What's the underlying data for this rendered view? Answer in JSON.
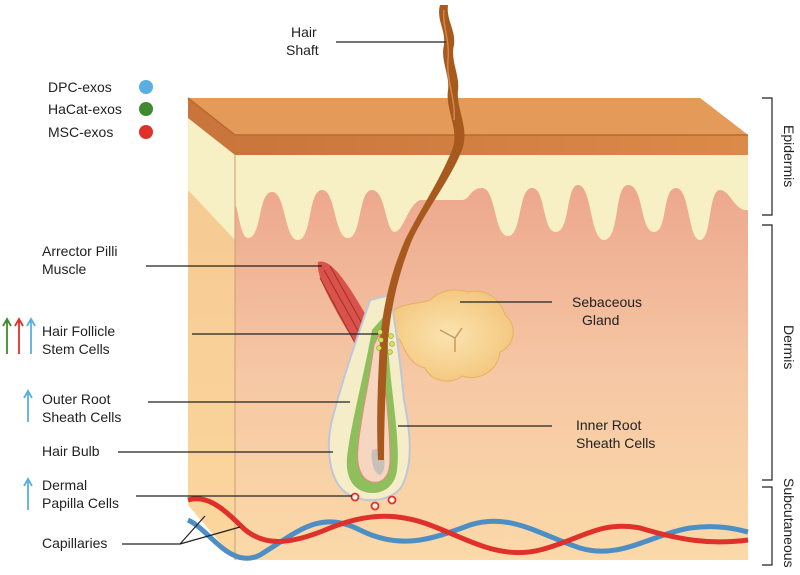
{
  "legend": [
    {
      "label": "DPC-exos",
      "color": "#5aaee3"
    },
    {
      "label": "HaCat-exos",
      "color": "#3f8a2e"
    },
    {
      "label": "MSC-exos",
      "color": "#e0302a"
    }
  ],
  "labels": {
    "hair_shaft": [
      "Hair",
      "Shaft"
    ],
    "arrector": [
      "Arrector Pilli",
      "Muscle"
    ],
    "stem_cells": [
      "Hair Follicle",
      "Stem Cells"
    ],
    "outer_root": [
      "Outer Root",
      "Sheath Cells"
    ],
    "hair_bulb": "Hair Bulb",
    "dermal_papilla": [
      "Dermal",
      "Papilla Cells"
    ],
    "capillaries": "Capillaries",
    "sebaceous": [
      "Sebaceous",
      "Gland"
    ],
    "inner_root": [
      "Inner Root",
      "Sheath Cells"
    ]
  },
  "layers": {
    "epidermis": "Epidermis",
    "dermis": "Dermis",
    "subcutaneous": "Subcutaneous"
  },
  "arrow_colors": {
    "green": "#3f8a2e",
    "red": "#e0302a",
    "blue": "#5aaee3"
  }
}
